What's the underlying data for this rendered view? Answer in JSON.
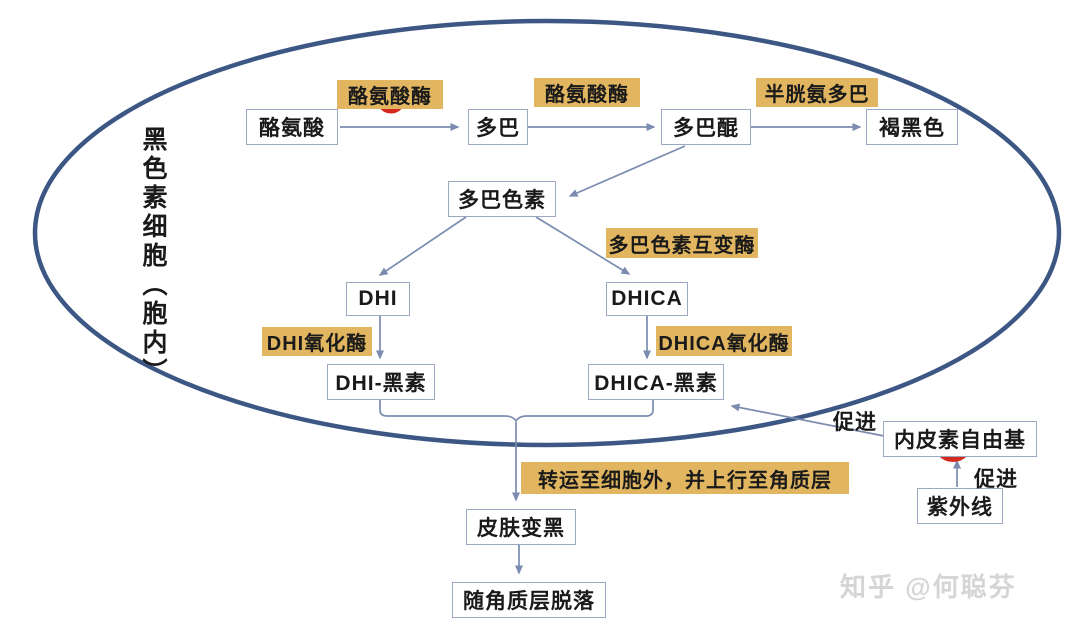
{
  "diagram": {
    "cell_label": "黑色素细胞（胞内）",
    "watermark": "知乎 @何聪芬",
    "nodes": {
      "tyrosine": "酪氨酸",
      "dopa": "多巴",
      "dopaquinone": "多巴醌",
      "brown_black_melanin": "褐黑色",
      "dopachrome": "多巴色素",
      "dhi": "DHI",
      "dhica": "DHICA",
      "dhi_melanin": "DHI-黑素",
      "dhica_melanin": "DHICA-黑素",
      "endothelin_free_radical": "内皮素自由基",
      "uv": "紫外线",
      "skin_darkening": "皮肤变黑",
      "shedding": "随角质层脱落"
    },
    "enzymes": {
      "tyrosinase_1": "酪氨酸酶",
      "tyrosinase_2": "酪氨酸酶",
      "cysteinyl_dopa": "半胱氨多巴",
      "dopachrome_tautomerase": "多巴色素互变酶",
      "dhi_oxidase": "DHI氧化酶",
      "dhica_oxidase": "DHICA氧化酶"
    },
    "process_label": "转运至细胞外，并上行至角质层",
    "edge_labels": {
      "promote_1": "促进",
      "promote_2": "促进"
    },
    "colors": {
      "ellipse_stroke": "#3D5785",
      "box_border": "#9BA8C2",
      "arrow": "#7B8CB0",
      "enzyme_bg": "#E2B660",
      "annotation_red": "#D6291D",
      "watermark_gray": "#D5D5D5"
    }
  }
}
